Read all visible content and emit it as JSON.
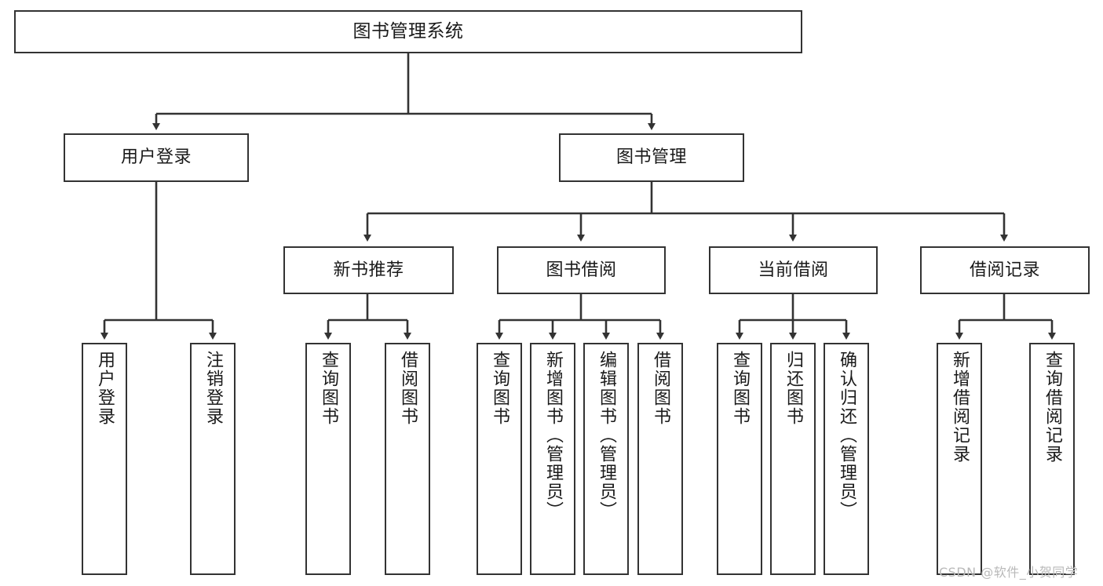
{
  "diagram": {
    "title": "图书管理系统",
    "type": "tree-hierarchy",
    "watermark": "CSDN @软件_小贺同学",
    "colors": {
      "background": "#ffffff",
      "node_border": "#333333",
      "node_fill": "#ffffff",
      "edge": "#333333",
      "text": "#1a1a1a",
      "watermark": "#b9b9b9"
    },
    "nodes": {
      "root": {
        "label": "图书管理系统"
      },
      "level2": [
        {
          "label": "用户登录"
        },
        {
          "label": "图书管理"
        }
      ],
      "level3": [
        {
          "label": "新书推荐"
        },
        {
          "label": "图书借阅"
        },
        {
          "label": "当前借阅"
        },
        {
          "label": "借阅记录"
        }
      ],
      "leaves": {
        "user_login": [
          {
            "label": "用户登录"
          },
          {
            "label": "注销登录"
          }
        ],
        "new_book_recommend": [
          {
            "label": "查询图书"
          },
          {
            "label": "借阅图书"
          }
        ],
        "book_borrow": [
          {
            "label": "查询图书"
          },
          {
            "label": "新增图书（管理员）"
          },
          {
            "label": "编辑图书（管理员）"
          },
          {
            "label": "借阅图书"
          }
        ],
        "current_borrow": [
          {
            "label": "查询图书"
          },
          {
            "label": "归还图书"
          },
          {
            "label": "确认归还（管理员）"
          }
        ],
        "borrow_record": [
          {
            "label": "新增借阅记录"
          },
          {
            "label": "查询借阅记录"
          }
        ]
      }
    }
  }
}
